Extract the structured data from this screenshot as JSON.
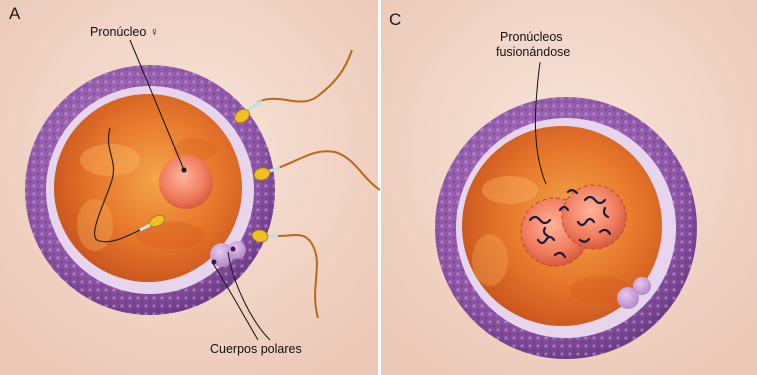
{
  "panels": [
    {
      "letter": "A",
      "labels": {
        "female_pronucleus": "Pronúcleo ♀",
        "polar_bodies": "Cuerpos polares"
      }
    },
    {
      "letter": "C",
      "labels": {
        "fusing_line1": "Pronúcleos",
        "fusing_line2": "fusionándose"
      }
    }
  ],
  "colors": {
    "background": "#f2d6c8",
    "zona_pellucida": "#9a5fb0",
    "perivitelline": "#e3d2ea",
    "cytoplasm": "#e8762a",
    "pronucleus": "#ef7a5a",
    "sperm_head": "#f0c020",
    "tail": "#b86a18"
  }
}
